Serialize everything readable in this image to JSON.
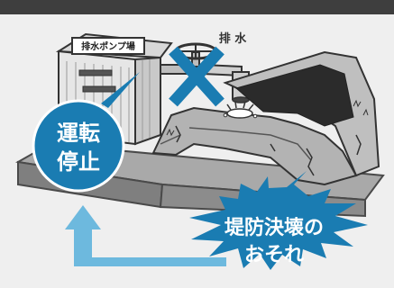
{
  "pump_house": {
    "sign": "排水ポンプ場"
  },
  "drainage": {
    "label": "排 水"
  },
  "operation_stop": {
    "line1": "運転",
    "line2": "停止",
    "color": "#1a7cb2"
  },
  "levee_failure": {
    "line1": "堤防決壊の",
    "line2": "おそれ",
    "color": "#1a7cb2"
  },
  "arrow": {
    "color": "#6db9de"
  },
  "cross": {
    "color": "#1a7cb2"
  }
}
